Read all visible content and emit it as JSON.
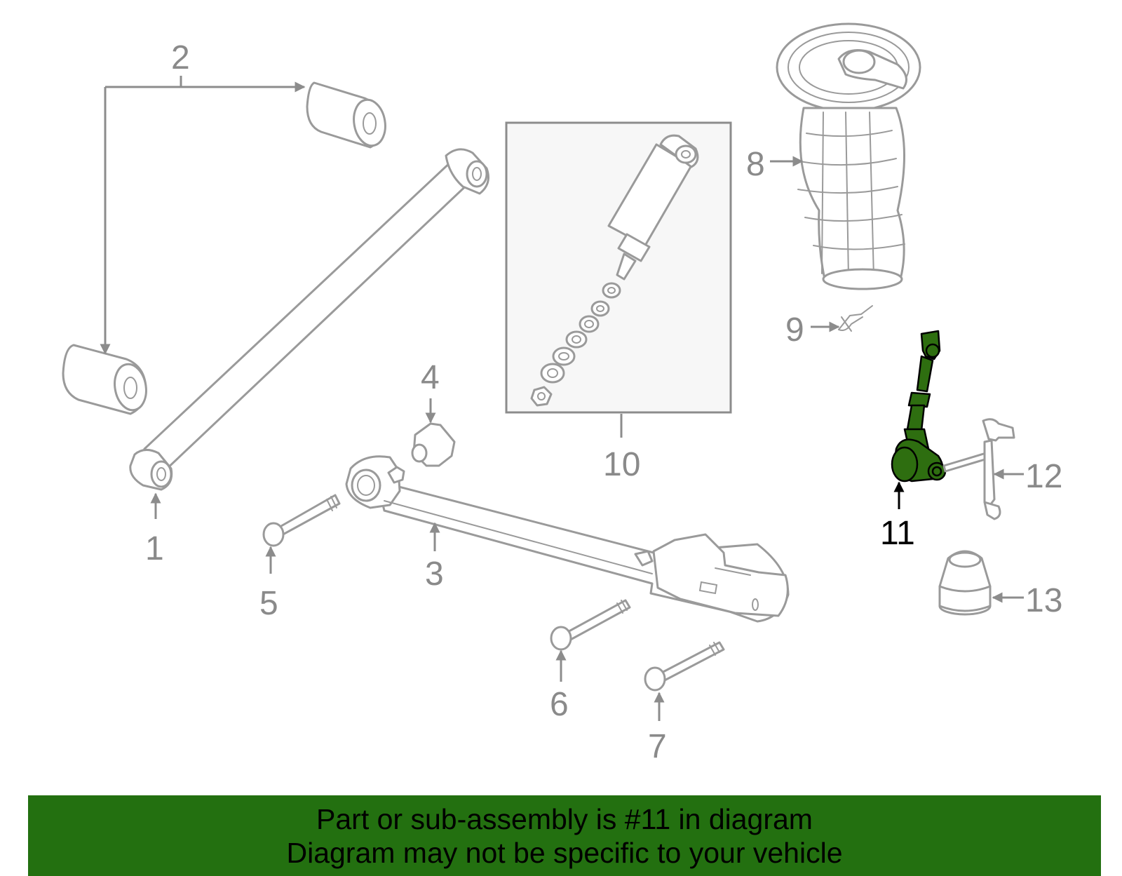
{
  "callouts": {
    "c1": "1",
    "c2": "2",
    "c3": "3",
    "c4": "4",
    "c5": "5",
    "c6": "6",
    "c7": "7",
    "c8": "8",
    "c9": "9",
    "c10": "10",
    "c11": "11",
    "c12": "12",
    "c13": "13"
  },
  "highlighted_part": "11",
  "colors": {
    "highlight": "#2e6e10",
    "banner": "#237010",
    "linework": "#9a9a9a"
  },
  "banner": {
    "line1": "Part or sub-assembly is #11 in diagram",
    "line2": "Diagram may not be specific to your vehicle"
  }
}
